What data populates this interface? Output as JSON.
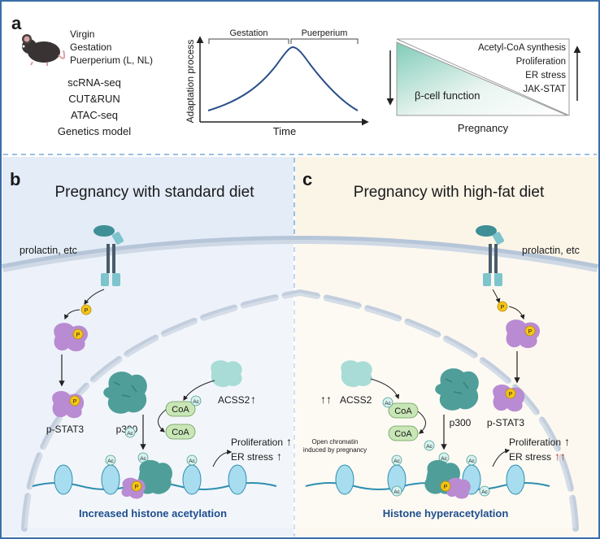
{
  "panel_a": {
    "letter": "a",
    "conditions": [
      "Virgin",
      "Gestation",
      "Puerperium (L, NL)"
    ],
    "methods": [
      "scRNA-seq",
      "CUT&RUN",
      "ATAC-seq",
      "Genetics model"
    ],
    "curve": {
      "ylabel": "Adaptation process",
      "xlabel": "Time",
      "phase_1": "Gestation",
      "phase_2": "Puerperium"
    },
    "triangle": {
      "increasing": [
        "Acetyl-CoA synthesis",
        "Proliferation",
        "ER stress",
        "JAK-STAT"
      ],
      "decreasing": "β-cell function",
      "xlabel": "Pregnancy"
    }
  },
  "panel_b": {
    "letter": "b",
    "title": "Pregnancy with standard diet",
    "ligand": "prolactin, etc",
    "phospho": "P",
    "pstat3": "p-STAT3",
    "p300": "p300",
    "acss2": "ACSS2",
    "coa": "CoA",
    "ac": "Ac",
    "proliferation": "Proliferation",
    "er_stress": "ER stress",
    "caption": "Increased histone acetylation",
    "arrow_up": "↑"
  },
  "panel_c": {
    "letter": "c",
    "title": "Pregnancy with high-fat diet",
    "ligand": "prolactin, etc",
    "phospho": "P",
    "pstat3": "p-STAT3",
    "p300": "p300",
    "acss2": "ACSS2",
    "coa": "CoA",
    "ac": "Ac",
    "open_chromatin": [
      "Open chromatin",
      "induced by pregnancy"
    ],
    "proliferation": "Proliferation",
    "er_stress": "ER stress",
    "caption": "Histone hyperacetylation",
    "arrow_up": "↑",
    "double_arrow_up": "↑↑"
  },
  "colors": {
    "panel_b_bg": "#e3ecf7",
    "panel_c_bg": "#fbf5e8",
    "receptor": "#7ec4cc",
    "stat3": "#b98bd2",
    "p300": "#4f9e9a",
    "acss2": "#a9dcd6",
    "coa": "#c8e6b6",
    "phospho": "#f5c518",
    "membrane": "#b6c5d8",
    "caption": "#1f4e8c",
    "red_arrow": "#c0392b"
  }
}
